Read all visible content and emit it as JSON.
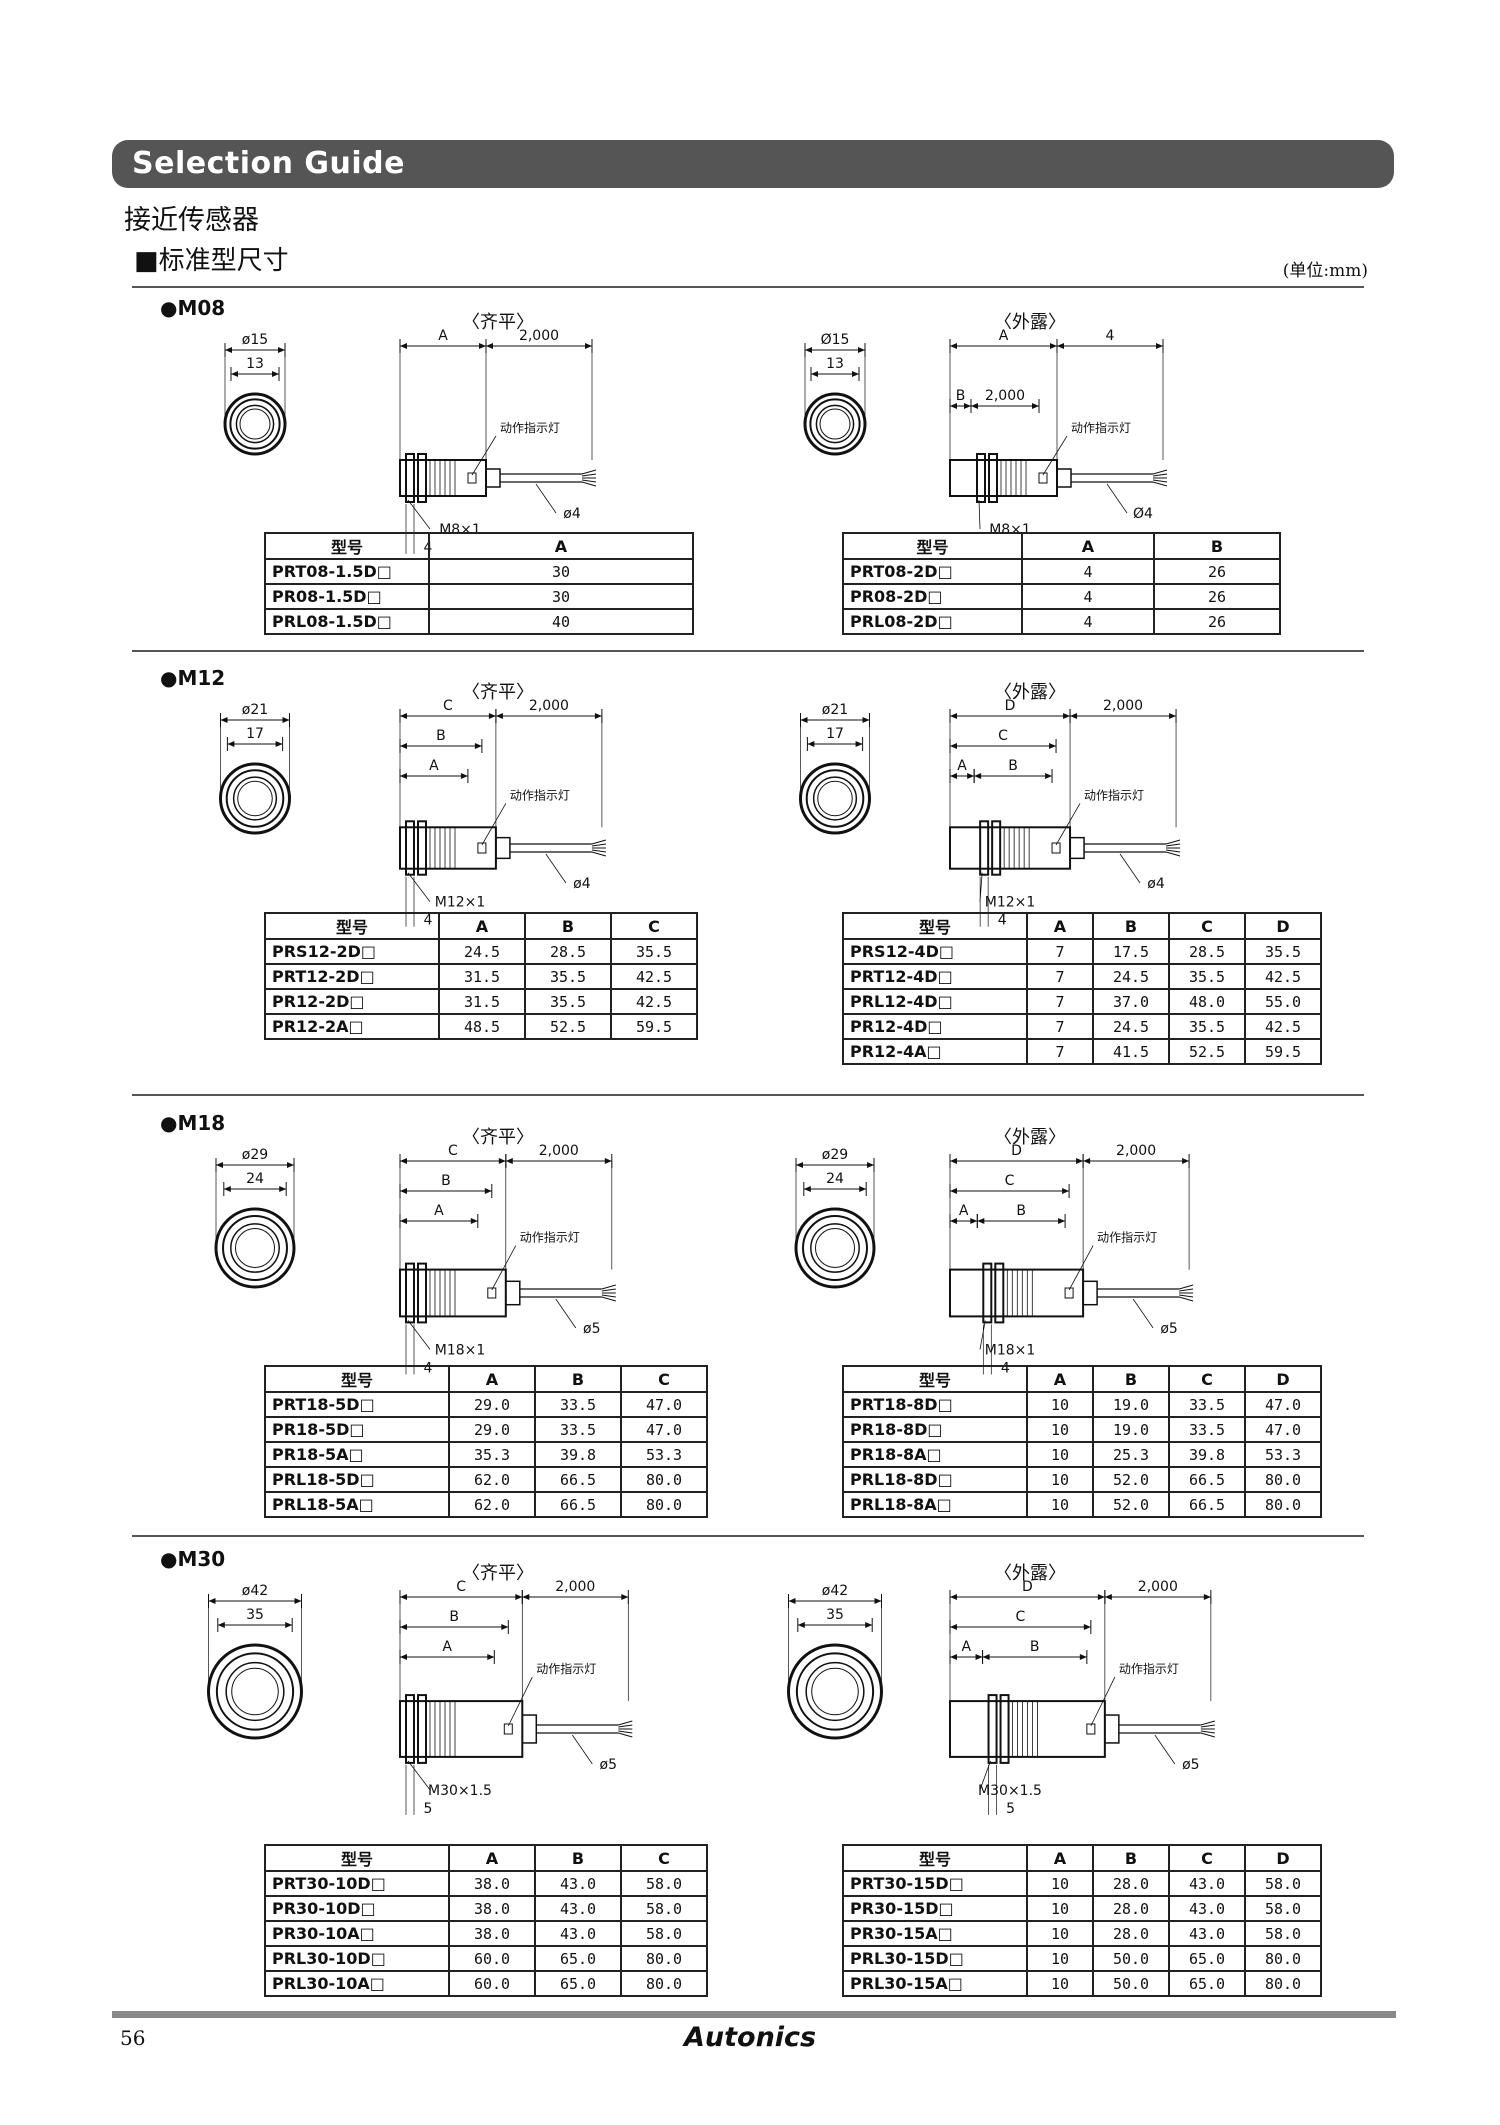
{
  "header": {
    "banner_title": "Selection Guide",
    "subtitle": "接近传感器",
    "subheading": "■标准型尺寸",
    "unit": "(单位:mm)"
  },
  "sections": [
    {
      "label": "●M08",
      "flush_label": "〈齐平〉",
      "nonflush_label": "〈外露〉",
      "flush_drawing": {
        "outer": "ø15",
        "inner": "13",
        "dims": [
          "A",
          "2,000",
          "4"
        ],
        "thread": "M8×1",
        "indicator": "动作指示灯",
        "cable": "ø4"
      },
      "nonflush_drawing": {
        "outer": "Ø15",
        "inner": "13",
        "dims": [
          "A",
          "B",
          "2,000",
          "4"
        ],
        "thread": "M8×1",
        "indicator": "动作指示灯",
        "cable": "Ø4"
      },
      "flush_table": {
        "headers": [
          "型号",
          "A"
        ],
        "rows": [
          [
            "PRT08-1.5D□",
            "30"
          ],
          [
            "PR08-1.5D□",
            "30"
          ],
          [
            "PRL08-1.5D□",
            "40"
          ]
        ]
      },
      "nonflush_table": {
        "headers": [
          "型号",
          "A",
          "B"
        ],
        "rows": [
          [
            "PRT08-2D□",
            "4",
            "26"
          ],
          [
            "PR08-2D□",
            "4",
            "26"
          ],
          [
            "PRL08-2D□",
            "4",
            "26"
          ]
        ]
      }
    },
    {
      "label": "●M12",
      "flush_label": "〈齐平〉",
      "nonflush_label": "〈外露〉",
      "flush_drawing": {
        "outer": "ø21",
        "inner": "17",
        "dims": [
          "C",
          "B",
          "A",
          "2,000",
          "4"
        ],
        "thread": "M12×1",
        "indicator": "动作指示灯",
        "cable": "ø4"
      },
      "nonflush_drawing": {
        "outer": "ø21",
        "inner": "17",
        "dims": [
          "D",
          "C",
          "A",
          "B",
          "2,000",
          "4"
        ],
        "thread": "M12×1",
        "indicator": "动作指示灯",
        "cable": "ø4"
      },
      "flush_table": {
        "headers": [
          "型号",
          "A",
          "B",
          "C"
        ],
        "rows": [
          [
            "PRS12-2D□",
            "24.5",
            "28.5",
            "35.5"
          ],
          [
            "PRT12-2D□",
            "31.5",
            "35.5",
            "42.5"
          ],
          [
            "PR12-2D□",
            "31.5",
            "35.5",
            "42.5"
          ],
          [
            "PR12-2A□",
            "48.5",
            "52.5",
            "59.5"
          ]
        ]
      },
      "nonflush_table": {
        "headers": [
          "型号",
          "A",
          "B",
          "C",
          "D"
        ],
        "rows": [
          [
            "PRS12-4D□",
            "7",
            "17.5",
            "28.5",
            "35.5"
          ],
          [
            "PRT12-4D□",
            "7",
            "24.5",
            "35.5",
            "42.5"
          ],
          [
            "PRL12-4D□",
            "7",
            "37.0",
            "48.0",
            "55.0"
          ],
          [
            "PR12-4D□",
            "7",
            "24.5",
            "35.5",
            "42.5"
          ],
          [
            "PR12-4A□",
            "7",
            "41.5",
            "52.5",
            "59.5"
          ]
        ]
      }
    },
    {
      "label": "●M18",
      "flush_label": "〈齐平〉",
      "nonflush_label": "〈外露〉",
      "flush_drawing": {
        "outer": "ø29",
        "inner": "24",
        "dims": [
          "C",
          "B",
          "A",
          "2,000",
          "4"
        ],
        "thread": "M18×1",
        "indicator": "动作指示灯",
        "cable": "ø5"
      },
      "nonflush_drawing": {
        "outer": "ø29",
        "inner": "24",
        "dims": [
          "D",
          "C",
          "A",
          "B",
          "2,000",
          "4"
        ],
        "thread": "M18×1",
        "indicator": "动作指示灯",
        "cable": "ø5"
      },
      "flush_table": {
        "headers": [
          "型号",
          "A",
          "B",
          "C"
        ],
        "rows": [
          [
            "PRT18-5D□",
            "29.0",
            "33.5",
            "47.0"
          ],
          [
            "PR18-5D□",
            "29.0",
            "33.5",
            "47.0"
          ],
          [
            "PR18-5A□",
            "35.3",
            "39.8",
            "53.3"
          ],
          [
            "PRL18-5D□",
            "62.0",
            "66.5",
            "80.0"
          ],
          [
            "PRL18-5A□",
            "62.0",
            "66.5",
            "80.0"
          ]
        ]
      },
      "nonflush_table": {
        "headers": [
          "型号",
          "A",
          "B",
          "C",
          "D"
        ],
        "rows": [
          [
            "PRT18-8D□",
            "10",
            "19.0",
            "33.5",
            "47.0"
          ],
          [
            "PR18-8D□",
            "10",
            "19.0",
            "33.5",
            "47.0"
          ],
          [
            "PR18-8A□",
            "10",
            "25.3",
            "39.8",
            "53.3"
          ],
          [
            "PRL18-8D□",
            "10",
            "52.0",
            "66.5",
            "80.0"
          ],
          [
            "PRL18-8A□",
            "10",
            "52.0",
            "66.5",
            "80.0"
          ]
        ]
      }
    },
    {
      "label": "●M30",
      "flush_label": "〈齐平〉",
      "nonflush_label": "〈外露〉",
      "flush_drawing": {
        "outer": "ø42",
        "inner": "35",
        "dims": [
          "C",
          "B",
          "A",
          "2,000",
          "5"
        ],
        "thread": "M30×1.5",
        "indicator": "动作指示灯",
        "cable": "ø5"
      },
      "nonflush_drawing": {
        "outer": "ø42",
        "inner": "35",
        "dims": [
          "D",
          "C",
          "A",
          "B",
          "2,000",
          "5"
        ],
        "thread": "M30×1.5",
        "indicator": "动作指示灯",
        "cable": "ø5"
      },
      "flush_table": {
        "headers": [
          "型号",
          "A",
          "B",
          "C"
        ],
        "rows": [
          [
            "PRT30-10D□",
            "38.0",
            "43.0",
            "58.0"
          ],
          [
            "PR30-10D□",
            "38.0",
            "43.0",
            "58.0"
          ],
          [
            "PR30-10A□",
            "38.0",
            "43.0",
            "58.0"
          ],
          [
            "PRL30-10D□",
            "60.0",
            "65.0",
            "80.0"
          ],
          [
            "PRL30-10A□",
            "60.0",
            "65.0",
            "80.0"
          ]
        ]
      },
      "nonflush_table": {
        "headers": [
          "型号",
          "A",
          "B",
          "C",
          "D"
        ],
        "rows": [
          [
            "PRT30-15D□",
            "10",
            "28.0",
            "43.0",
            "58.0"
          ],
          [
            "PR30-15D□",
            "10",
            "28.0",
            "43.0",
            "58.0"
          ],
          [
            "PR30-15A□",
            "10",
            "28.0",
            "43.0",
            "58.0"
          ],
          [
            "PRL30-15D□",
            "10",
            "50.0",
            "65.0",
            "80.0"
          ],
          [
            "PRL30-15A□",
            "10",
            "50.0",
            "65.0",
            "80.0"
          ]
        ]
      }
    }
  ],
  "footer": {
    "page_number": "56",
    "brand": "Autonics"
  }
}
